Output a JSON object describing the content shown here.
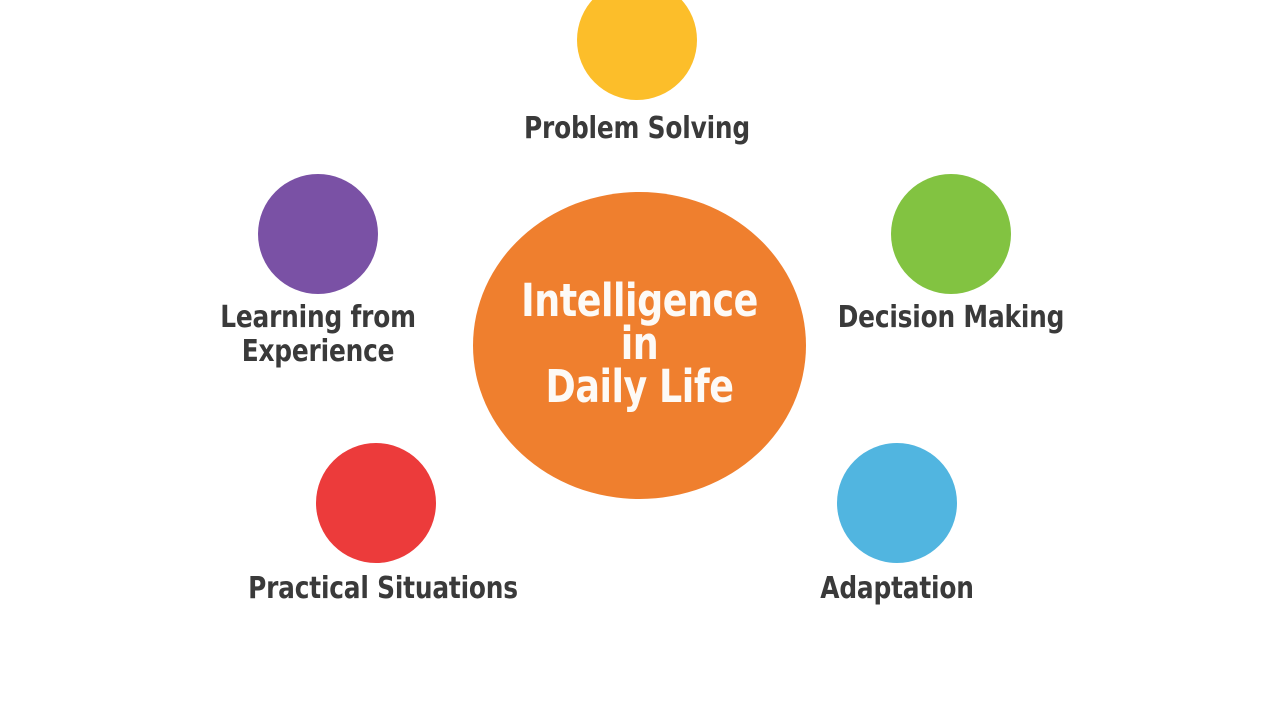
{
  "diagram": {
    "type": "hub-and-spoke",
    "background_color": "#ffffff",
    "label_text_color": "#3a3a3a",
    "center": {
      "title": "Intelligence\nin\nDaily Life",
      "color": "#ef7f2e",
      "text_color": "#fdfaf6",
      "shape": "ellipse"
    },
    "nodes": [
      {
        "id": "problem-solving",
        "label": "Problem Solving",
        "color": "#fcbe2a",
        "color_name": "amber",
        "position": "top",
        "shape": "circle"
      },
      {
        "id": "learning-from-experience",
        "label": "Learning from\nExperience",
        "color": "#7a51a5",
        "color_name": "purple",
        "position": "upper-left",
        "shape": "circle"
      },
      {
        "id": "decision-making",
        "label": "Decision Making",
        "color": "#82c341",
        "color_name": "green",
        "position": "upper-right",
        "shape": "circle"
      },
      {
        "id": "practical-situations",
        "label": "Practical Situations",
        "color": "#ec3b3b",
        "color_name": "red",
        "position": "lower-left",
        "shape": "circle"
      },
      {
        "id": "adaptation",
        "label": "Adaptation",
        "color": "#51b5e0",
        "color_name": "blue",
        "position": "lower-right",
        "shape": "circle"
      }
    ]
  }
}
